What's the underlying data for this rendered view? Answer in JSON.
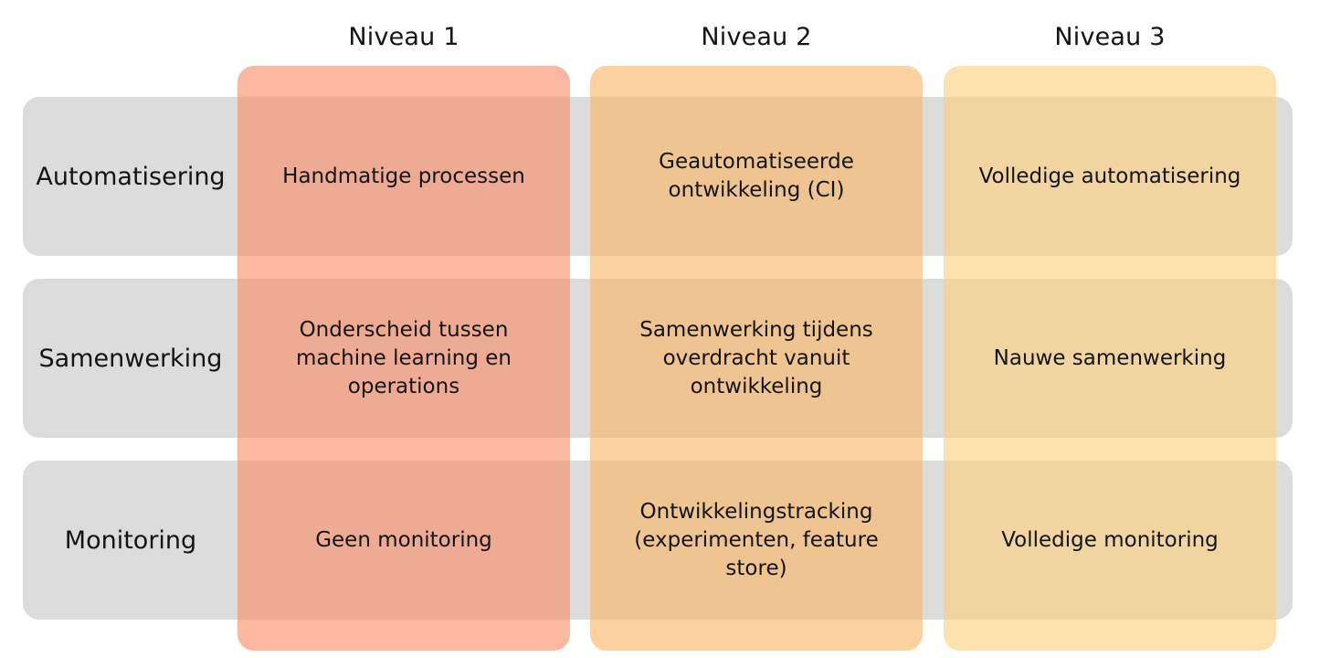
{
  "columns": [
    {
      "title": "Niveau 1",
      "color": "#f78c66"
    },
    {
      "title": "Niveau 2",
      "color": "#f8b561"
    },
    {
      "title": "Niveau 3",
      "color": "#fbd07c"
    }
  ],
  "row_band_color": "#dcdcdc",
  "rows": [
    {
      "label": "Automatisering",
      "cells": [
        "Handmatige processen",
        "Geautomatiseerde ontwikkeling (CI)",
        "Volledige automatisering"
      ]
    },
    {
      "label": "Samenwerking",
      "cells": [
        "Onderscheid tussen machine learning en operations",
        "Samenwerking tijdens overdracht vanuit ontwikkeling",
        "Nauwe samenwerking"
      ]
    },
    {
      "label": "Monitoring",
      "cells": [
        "Geen monitoring",
        "Ontwikkelingstracking (experimenten, feature store)",
        "Volledige monitoring"
      ]
    }
  ]
}
